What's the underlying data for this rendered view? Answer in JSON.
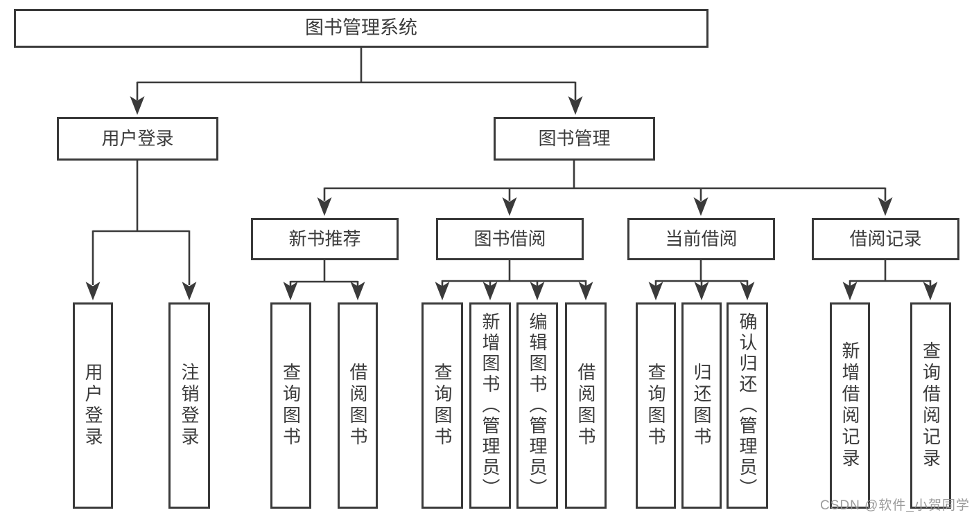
{
  "diagram_title": "图书管理系统",
  "nodes": {
    "root": "图书管理系统",
    "user_login": "用户登录",
    "book_management": "图书管理",
    "new_book_recommend": "新书推荐",
    "book_borrow": "图书借阅",
    "current_borrow": "当前借阅",
    "borrow_records": "借阅记录",
    "leaf_user_login": "用户登录",
    "leaf_logout": "注销登录",
    "leaf_nb_query": "查询图书",
    "leaf_nb_borrow": "借阅图书",
    "leaf_bb_query": "查询图书",
    "leaf_bb_add": "新增图书（管理员）",
    "leaf_bb_edit": "编辑图书（管理员）",
    "leaf_bb_borrow": "借阅图书",
    "leaf_cb_query": "查询图书",
    "leaf_cb_return": "归还图书",
    "leaf_cb_confirm": "确认归还（管理员）",
    "leaf_br_add": "新增借阅记录",
    "leaf_br_query": "查询借阅记录"
  },
  "watermark": "CSDN @软件_小贺同学",
  "colors": {
    "line": "#3a3a3a",
    "box_border": "#3a3a3a",
    "text": "#3b3b3b",
    "background": "#ffffff",
    "watermark": "#929292"
  }
}
